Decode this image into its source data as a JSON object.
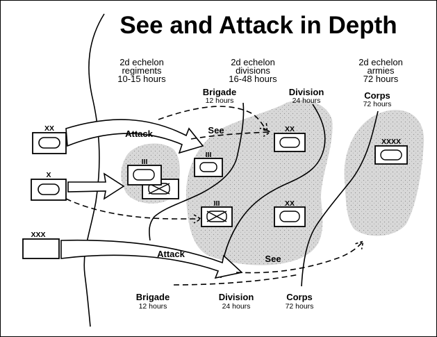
{
  "title": "See and Attack in Depth",
  "echelons": [
    {
      "line1": "2d echelon",
      "line2": "regiments",
      "line3": "10-15 hours"
    },
    {
      "line1": "2d echelon",
      "line2": "divisions",
      "line3": "16-48 hours"
    },
    {
      "line1": "2d echelon",
      "line2": "armies",
      "line3": "72 hours"
    }
  ],
  "top_labels": [
    {
      "name": "Brigade",
      "time": "12 hours"
    },
    {
      "name": "Division",
      "time": "24 hours"
    },
    {
      "name": "Corps",
      "time": "72 hours"
    }
  ],
  "bottom_labels": [
    {
      "name": "Brigade",
      "time": "12 hours"
    },
    {
      "name": "Division",
      "time": "24 hours"
    },
    {
      "name": "Corps",
      "time": "72 hours"
    }
  ],
  "arrow_labels": {
    "attack_top": "Attack",
    "see_top": "See",
    "attack_bottom": "Attack",
    "see_bottom": "See"
  },
  "unit_symbols": {
    "friendly_division": "XX",
    "friendly_brigade": "X",
    "friendly_corps": "XXX",
    "enemy_division": "XX",
    "enemy_division_lower": "XX",
    "enemy_army": "XXXX",
    "regiment": "III"
  },
  "colors": {
    "ink": "#000000",
    "shade": "#cfcfcf",
    "background": "#ffffff"
  }
}
